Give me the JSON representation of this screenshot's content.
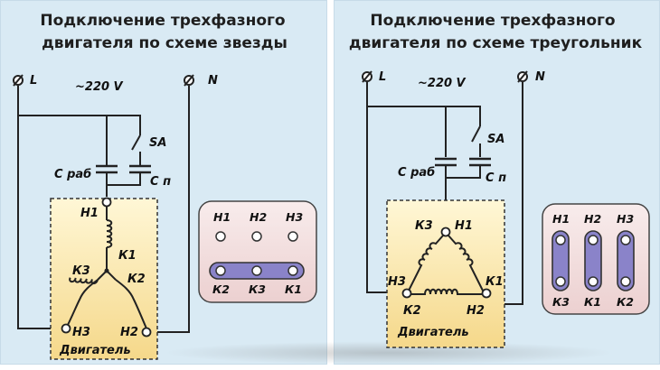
{
  "star": {
    "title_line1": "Подключение трехфазного",
    "title_line2": "двигателя по схеме  звезды",
    "label_L": "L",
    "label_N": "N",
    "voltage": "~220 V",
    "switch": "SA",
    "cap_run": "С раб",
    "cap_start": "С п",
    "H1": "Н1",
    "K1": "К1",
    "K2": "К2",
    "K3": "К3",
    "H3": "Н3",
    "H2": "Н2",
    "motor": "Двигатель",
    "block": {
      "top": [
        "Н1",
        "Н2",
        "Н3"
      ],
      "bottom": [
        "К2",
        "К3",
        "К1"
      ]
    }
  },
  "delta": {
    "title_line1": "Подключение трехфазного",
    "title_line2": "двигателя по схеме  треугольник",
    "label_L": "L",
    "label_N": "N",
    "voltage": "~220 V",
    "switch": "SA",
    "cap_run": "С раб",
    "cap_start": "С п",
    "K3": "К3",
    "H1": "Н1",
    "H3": "Н3",
    "K1": "К1",
    "K2": "К2",
    "H2": "Н2",
    "motor": "Двигатель",
    "block": {
      "top": [
        "Н1",
        "Н2",
        "Н3"
      ],
      "bottom": [
        "К3",
        "К1",
        "К2"
      ]
    }
  },
  "colors": {
    "panel_bg": "#d9eaf4",
    "motor_fill_top": "#fff6cf",
    "motor_fill_bottom": "#f6d98c",
    "jumper": "#8a83c9",
    "block_fill": "#f3dede"
  }
}
